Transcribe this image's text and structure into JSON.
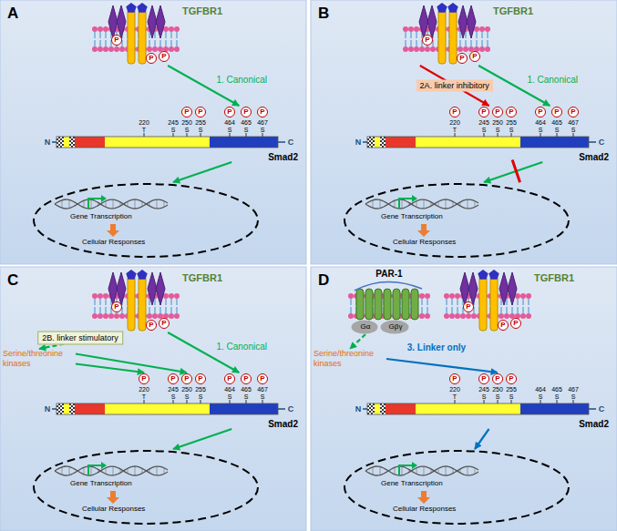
{
  "diagram": {
    "nodes": [
      {
        "text": [
          "A"
        ]
      },
      {
        "text": [
          "TGFBR1"
        ],
        "in": 0
      },
      {
        "text": [
          "Smad2"
        ],
        "in": 0
      },
      {
        "text": [
          "Gene Transcription",
          "Cellular Responses"
        ],
        "in": 0
      },
      {
        "text": [
          "B"
        ]
      },
      {
        "text": [
          "TGFBR1"
        ],
        "in": 4
      },
      {
        "text": [
          "Smad2"
        ],
        "in": 4
      },
      {
        "text": [
          "Gene Transcription",
          "Cellular Responses"
        ],
        "in": 4
      },
      {
        "text": [
          "C"
        ]
      },
      {
        "text": [
          "TGFBR1"
        ],
        "in": 8
      },
      {
        "text": [
          "Serine/threonine kinases"
        ],
        "in": 8
      },
      {
        "text": [
          "Smad2"
        ],
        "in": 8
      },
      {
        "text": [
          "Gene Transcription",
          "Cellular Responses"
        ],
        "in": 8
      },
      {
        "text": [
          "D"
        ]
      },
      {
        "text": [
          "PAR-1"
        ],
        "in": 13
      },
      {
        "text": [
          "Gα"
        ],
        "in": 13
      },
      {
        "text": [
          "Gβγ"
        ],
        "in": 13
      },
      {
        "text": [
          "TGFBR1"
        ],
        "in": 13
      },
      {
        "text": [
          "Serine/threonine kinases"
        ],
        "in": 13
      },
      {
        "text": [
          "Smad2"
        ],
        "in": 13
      },
      {
        "text": [
          "Gene Transcription",
          "Cellular Responses"
        ],
        "in": 13
      }
    ],
    "edges": [
      {
        "from": 1,
        "to": 2,
        "label": "1. Canonical",
        "arrow": "to"
      },
      {
        "from": 2,
        "to": 3,
        "arrow": "to"
      },
      {
        "from": 5,
        "to": 6,
        "label": "2A. linker inhibitory",
        "arrow": "to"
      },
      {
        "from": 5,
        "to": 6,
        "label": "1. Canonical",
        "arrow": "to"
      },
      {
        "from": 6,
        "to": 7,
        "arrow": "to"
      },
      {
        "from": 9,
        "to": 10,
        "label": "2B. linker stimulatory",
        "arrow": "to"
      },
      {
        "from": 10,
        "to": 11,
        "arrow": "to"
      },
      {
        "from": 10,
        "to": 11,
        "arrow": "to"
      },
      {
        "from": 9,
        "to": 11,
        "label": "1. Canonical",
        "arrow": "to"
      },
      {
        "from": 11,
        "to": 12,
        "arrow": "to"
      },
      {
        "from": 15,
        "to": 18,
        "arrow": "to"
      },
      {
        "from": 18,
        "to": 19,
        "label": "3. Linker only",
        "arrow": "to"
      },
      {
        "from": 19,
        "to": 20,
        "arrow": "to"
      }
    ],
    "labels": [
      "P",
      "P",
      "P",
      "N",
      "C",
      "220",
      "T",
      "245",
      "S",
      "250",
      "S",
      "255",
      "S",
      "464",
      "S",
      "465",
      "S",
      "467",
      "S",
      "P",
      "P",
      "P",
      "P",
      "P",
      "P",
      "P",
      "P",
      "N",
      "C",
      "220",
      "T",
      "245",
      "S",
      "250",
      "S",
      "255",
      "S",
      "464",
      "S",
      "465",
      "S",
      "467",
      "S",
      "P",
      "P",
      "P",
      "P",
      "P",
      "P",
      "P",
      "P",
      "P",
      "P",
      "N",
      "C",
      "220",
      "T",
      "245",
      "S",
      "250",
      "S",
      "255",
      "S",
      "464",
      "S",
      "465",
      "S",
      "467",
      "S",
      "P",
      "P",
      "P",
      "P",
      "P",
      "P",
      "P",
      "P",
      "P",
      "P",
      "N",
      "C",
      "220",
      "T",
      "245",
      "S",
      "250",
      "S",
      "255",
      "S",
      "464",
      "S",
      "465",
      "S",
      "467",
      "S",
      "P",
      "P",
      "P",
      "P"
    ]
  }
}
